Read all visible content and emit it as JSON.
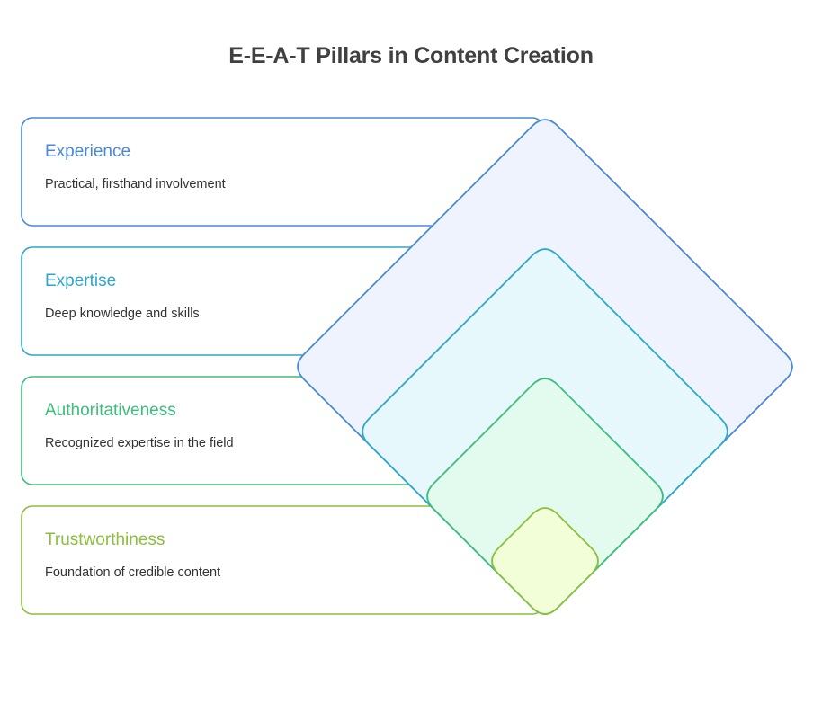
{
  "title": "E-E-A-T Pillars in Content Creation",
  "pillars": [
    {
      "heading": "Experience",
      "description": "Practical, firsthand involvement",
      "color": "#4a88d8",
      "fill": "#eef3fd"
    },
    {
      "heading": "Expertise",
      "description": "Deep knowledge and skills",
      "color": "#2ea6cc",
      "fill": "#e7f8fd"
    },
    {
      "heading": "Authoritativeness",
      "description": "Recognized expertise in the field",
      "color": "#3dbd7c",
      "fill": "#e3fbee"
    },
    {
      "heading": "Trustworthiness",
      "description": "Foundation of credible content",
      "color": "#8cbf3d",
      "fill": "#f1fed8"
    }
  ]
}
